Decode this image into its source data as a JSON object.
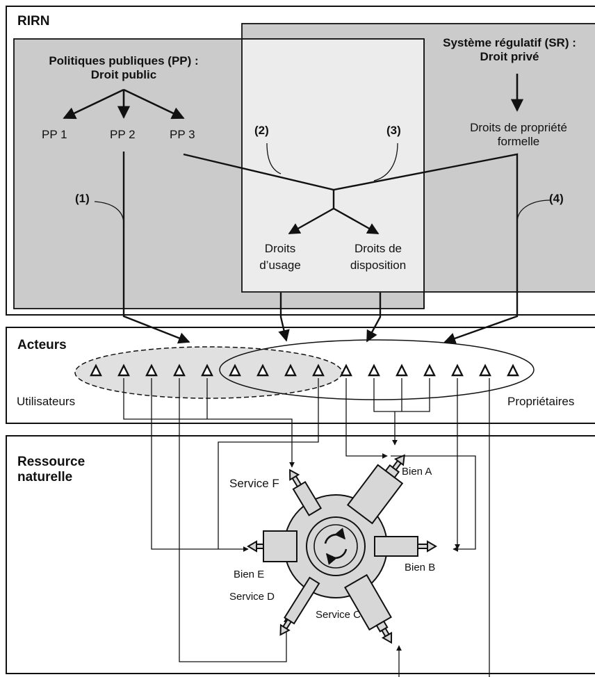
{
  "sections": {
    "rirn": "RIRN",
    "actors": "Acteurs",
    "resource": "Ressource\nnaturelle"
  },
  "public_policy": {
    "title": "Politiques publiques (PP) :\nDroit public",
    "pp1": "PP 1",
    "pp2": "PP 2",
    "pp3": "PP 3"
  },
  "regulatory_system": {
    "title": "Système régulatif (SR) :\nDroit privé",
    "formal_property": "Droits de propriété\nformelle"
  },
  "links": {
    "l1": "(1)",
    "l2": "(2)",
    "l3": "(3)",
    "l4": "(4)"
  },
  "rights": {
    "usage": "Droits\nd’usage",
    "disposition": "Droits de\ndisposition"
  },
  "actor_groups": {
    "users": "Utilisateurs",
    "owners": "Propriétaires"
  },
  "resource_outputs": {
    "bien_a": "Bien A",
    "bien_b": "Bien B",
    "service_c": "Service C",
    "service_d": "Service D",
    "bien_e": "Bien E",
    "service_f": "Service F"
  },
  "colors": {
    "outer_panel": "#cbcbcb",
    "inner_box": "#ececec",
    "user_ellipse": "#e0e0e0",
    "resource_fill": "#d7d7d7",
    "stroke": "#111111"
  }
}
